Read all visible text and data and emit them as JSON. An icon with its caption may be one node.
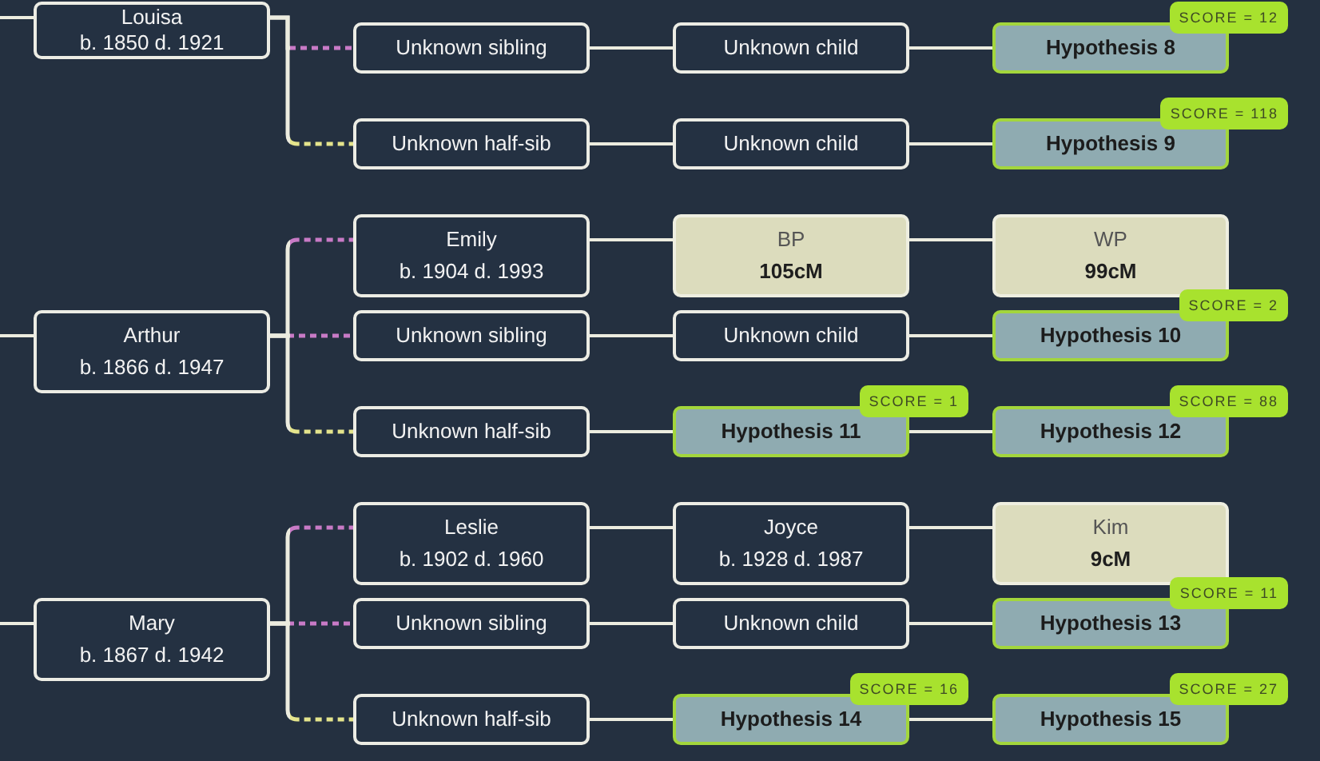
{
  "diagram": {
    "nodes": [
      {
        "text": [
          "Louisa",
          "b. 1850 d. 1921"
        ]
      },
      {
        "text": [
          "Unknown sibling"
        ]
      },
      {
        "text": [
          "Unknown child"
        ]
      },
      {
        "text": [
          "Hypothesis 8"
        ],
        "beside": [
          "SCORE = 12"
        ]
      },
      {
        "text": [
          "Unknown half-sib"
        ]
      },
      {
        "text": [
          "Unknown child"
        ]
      },
      {
        "text": [
          "Hypothesis 9"
        ],
        "beside": [
          "SCORE = 118"
        ]
      },
      {
        "text": [
          "Emily",
          "b. 1904 d. 1993"
        ]
      },
      {
        "text": [
          "BP",
          "105cM"
        ]
      },
      {
        "text": [
          "WP",
          "99cM"
        ]
      },
      {
        "text": [
          "Arthur",
          "b. 1866 d. 1947"
        ]
      },
      {
        "text": [
          "Unknown sibling"
        ]
      },
      {
        "text": [
          "Unknown child"
        ]
      },
      {
        "text": [
          "Hypothesis 10"
        ],
        "beside": [
          "SCORE = 2"
        ]
      },
      {
        "text": [
          "Unknown half-sib"
        ]
      },
      {
        "text": [
          "Hypothesis 11"
        ],
        "beside": [
          "SCORE = 1"
        ]
      },
      {
        "text": [
          "Hypothesis 12"
        ],
        "beside": [
          "SCORE = 88"
        ]
      },
      {
        "text": [
          "Leslie",
          "b. 1902 d. 1960"
        ]
      },
      {
        "text": [
          "Joyce",
          "b. 1928 d. 1987"
        ]
      },
      {
        "text": [
          "Kim",
          "9cM"
        ]
      },
      {
        "text": [
          "Mary",
          "b. 1867 d. 1942"
        ]
      },
      {
        "text": [
          "Unknown sibling"
        ]
      },
      {
        "text": [
          "Unknown child"
        ]
      },
      {
        "text": [
          "Hypothesis 13"
        ],
        "beside": [
          "SCORE = 11"
        ]
      },
      {
        "text": [
          "Unknown half-sib"
        ]
      },
      {
        "text": [
          "Hypothesis 14"
        ],
        "beside": [
          "SCORE = 16"
        ]
      },
      {
        "text": [
          "Hypothesis 15"
        ],
        "beside": [
          "SCORE = 27"
        ]
      }
    ],
    "edges": [
      {
        "from": null,
        "to": 0,
        "arrow": "none"
      },
      {
        "from": 0,
        "to": 1,
        "arrow": "none",
        "style": "dashed",
        "color": "#c87ac6"
      },
      {
        "from": 1,
        "to": 2,
        "arrow": "none"
      },
      {
        "from": 2,
        "to": 3,
        "arrow": "none"
      },
      {
        "from": 0,
        "to": 4,
        "arrow": "none",
        "style": "dashed",
        "color": "#e4e48c"
      },
      {
        "from": 4,
        "to": 5,
        "arrow": "none"
      },
      {
        "from": 5,
        "to": 6,
        "arrow": "none"
      },
      {
        "from": null,
        "to": 10,
        "arrow": "none"
      },
      {
        "from": 10,
        "to": 7,
        "arrow": "none",
        "style": "dashed",
        "color": "#c87ac6"
      },
      {
        "from": 7,
        "to": 8,
        "arrow": "none"
      },
      {
        "from": 8,
        "to": 9,
        "arrow": "none"
      },
      {
        "from": 10,
        "to": 11,
        "arrow": "none",
        "style": "dashed",
        "color": "#c87ac6"
      },
      {
        "from": 11,
        "to": 12,
        "arrow": "none"
      },
      {
        "from": 12,
        "to": 13,
        "arrow": "none"
      },
      {
        "from": 10,
        "to": 14,
        "arrow": "none",
        "style": "dashed",
        "color": "#e4e48c"
      },
      {
        "from": 14,
        "to": 15,
        "arrow": "none"
      },
      {
        "from": 15,
        "to": 16,
        "arrow": "none"
      },
      {
        "from": null,
        "to": 20,
        "arrow": "none"
      },
      {
        "from": 20,
        "to": 17,
        "arrow": "none",
        "style": "dashed",
        "color": "#c87ac6"
      },
      {
        "from": 17,
        "to": 18,
        "arrow": "none"
      },
      {
        "from": 18,
        "to": 19,
        "arrow": "none"
      },
      {
        "from": 20,
        "to": 21,
        "arrow": "none",
        "style": "dashed",
        "color": "#c87ac6"
      },
      {
        "from": 21,
        "to": 22,
        "arrow": "none"
      },
      {
        "from": 22,
        "to": 23,
        "arrow": "none"
      },
      {
        "from": 20,
        "to": 24,
        "arrow": "none",
        "style": "dashed",
        "color": "#e4e48c"
      },
      {
        "from": 24,
        "to": 25,
        "arrow": "none"
      },
      {
        "from": 25,
        "to": 26,
        "arrow": "none"
      }
    ]
  }
}
